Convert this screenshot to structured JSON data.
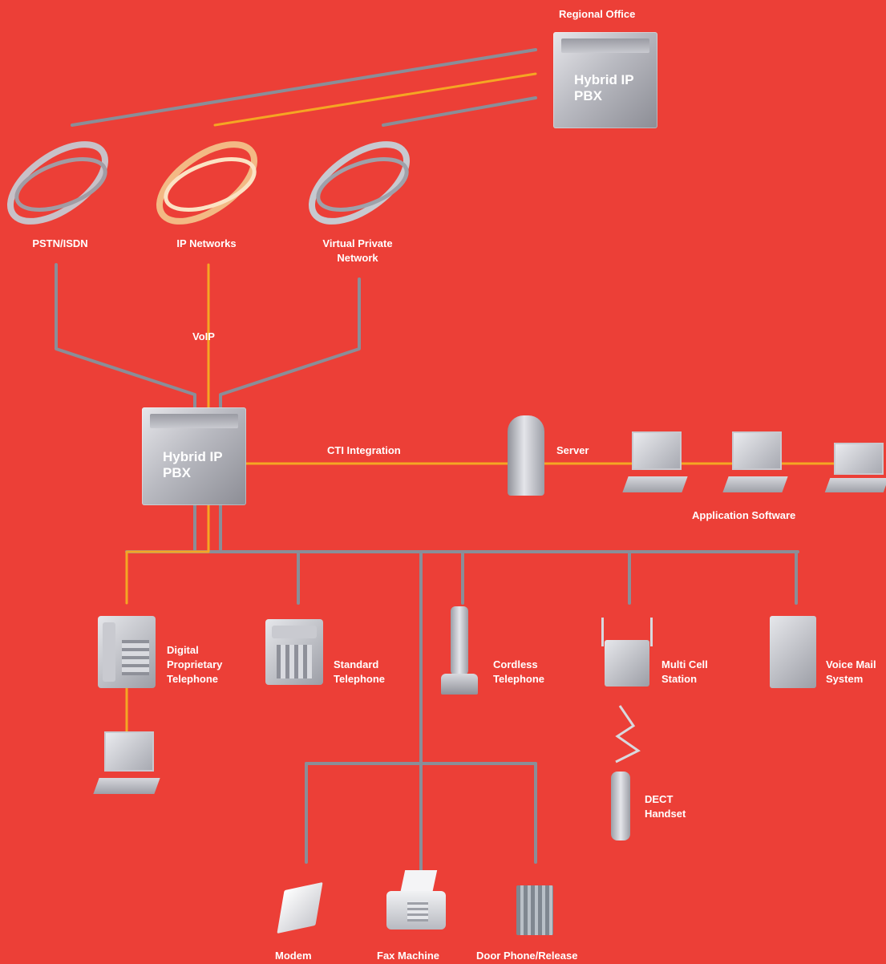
{
  "colors": {
    "background": "#ec3f37",
    "cable": "#8a8e98",
    "voip_line": "#f5a623",
    "text": "#ffffff"
  },
  "labels": {
    "regional_office": "Regional Office",
    "regional_pbx": "Hybrid IP PBX",
    "pstn": "PSTN/ISDN",
    "ip_networks": "IP Networks",
    "vpn": "Virtual Private Network",
    "voip": "VoIP",
    "main_pbx": "Hybrid IP PBX",
    "cti": "CTI Integration",
    "server": "Server",
    "application_software": "Application Software",
    "digital_phone": "Digital Proprietary Telephone",
    "standard_phone": "Standard Telephone",
    "cordless_phone": "Cordless Telephone",
    "multi_cell": "Multi Cell Station",
    "voice_mail": "Voice Mail System",
    "dect": "DECT Handset",
    "modem": "Modem",
    "fax": "Fax Machine",
    "door_phone": "Door Phone/Release"
  },
  "icons": [
    "pbx-icon",
    "network-cloud-icon",
    "server-icon",
    "computer-icon",
    "desk-phone-icon",
    "cordless-phone-icon",
    "base-station-icon",
    "voicemail-unit-icon",
    "dect-handset-icon",
    "modem-icon",
    "fax-icon",
    "door-phone-icon",
    "radio-signal-icon"
  ]
}
